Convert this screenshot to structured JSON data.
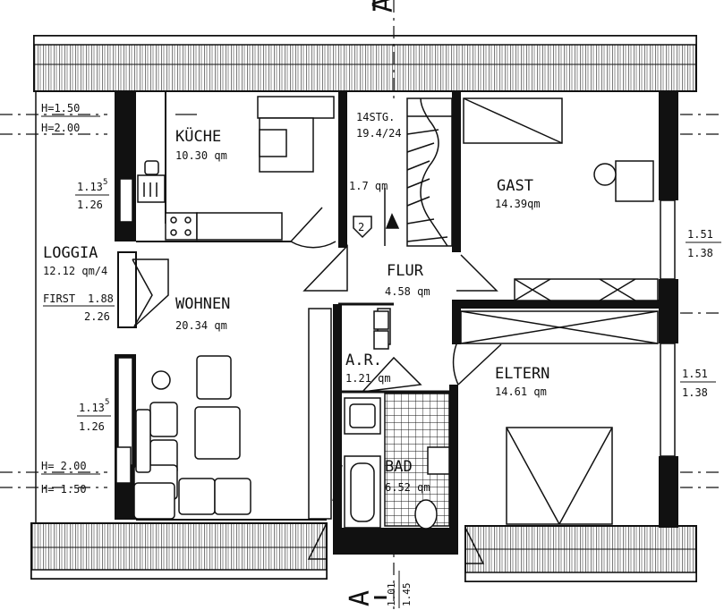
{
  "section": {
    "top": "A",
    "bottom": "A"
  },
  "rooms": {
    "kueche": {
      "name": "KÜCHE",
      "area": "10.30 qm"
    },
    "gast": {
      "name": "GAST",
      "area": "14.39qm"
    },
    "loggia": {
      "name": "LOGGIA",
      "area": "12.12 qm/4"
    },
    "wohnen": {
      "name": "WOHNEN",
      "area": "20.34 qm"
    },
    "flur": {
      "name": "FLUR",
      "area": "4.58 qm"
    },
    "ar": {
      "name": "A.R.",
      "area": "1.21 qm"
    },
    "eltern": {
      "name": "ELTERN",
      "area": "14.61 qm"
    },
    "bad": {
      "name": "BAD",
      "area": "6.52 qm"
    }
  },
  "stair": {
    "steps": "14STG.",
    "ratio": "19.4/24",
    "width": "1.7 qm",
    "number": "2"
  },
  "heights": {
    "top_a": "H=1.50",
    "top_b": "H=2.00",
    "bottom_a": "H= 2.00",
    "bottom_b": "H= 1.50"
  },
  "windows": {
    "kueche_num": "1.13",
    "kueche_exp": "5",
    "kueche_den": "1.26",
    "loggia_first_label": "FIRST",
    "loggia_first_num": "1.88",
    "loggia_first_den": "2.26",
    "wohnen_num": "1.13",
    "wohnen_exp": "5",
    "wohnen_den": "1.26",
    "gast_num": "1.51",
    "gast_den": "1.38",
    "eltern_num": "1.51",
    "eltern_den": "1.38",
    "bottom_num": "1.01",
    "bottom_den": "1.45"
  }
}
